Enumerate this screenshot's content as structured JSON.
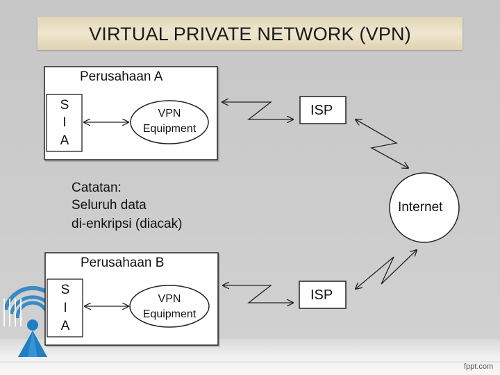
{
  "title": "VIRTUAL PRIVATE NETWORK (VPN)",
  "company_a": {
    "name": "Perusahaan A",
    "sia": [
      "S",
      "I",
      "A"
    ],
    "vpn": [
      "VPN",
      "Equipment"
    ]
  },
  "company_b": {
    "name": "Perusahaan B",
    "sia": [
      "S",
      "I",
      "A"
    ],
    "vpn": [
      "VPN",
      "Equipment"
    ]
  },
  "isp_top": "ISP",
  "isp_bottom": "ISP",
  "internet": "Internet",
  "note": [
    "Catatan:",
    "Seluruh data",
    "di-enkripsi (diacak)"
  ],
  "footer": "fppt.com",
  "colors": {
    "background": "#c9c9c9",
    "title_bar": "#ece2c8",
    "box_fill": "#ffffff",
    "stroke": "#222222",
    "logo_blue": "#1f7fc2"
  }
}
